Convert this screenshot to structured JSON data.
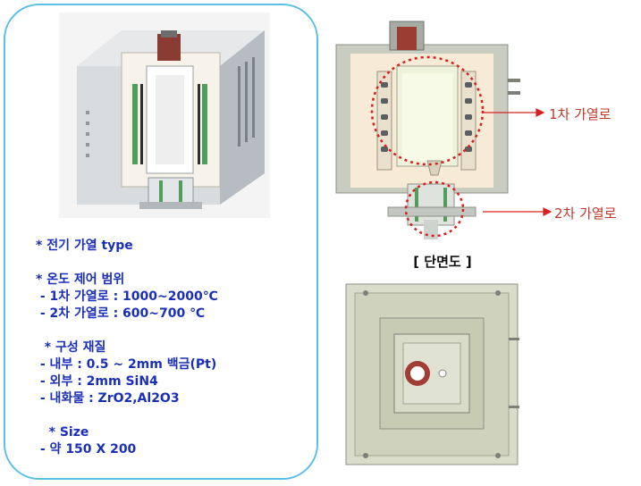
{
  "spec": {
    "lines": [
      "* 전기 가열 type",
      "",
      "* 온도 제어 범위",
      " - 1차 가열로 : 1000~2000℃",
      " - 2차 가열로 : 600~700 ℃",
      "",
      "  * 구성 재질",
      " - 내부 : 0.5 ~ 2mm 백금(Pt)",
      " - 외부 : 2mm SiN4",
      " - 내화물 : ZrO2,Al2O3",
      "",
      "   * Size",
      " - 약 150 X 200"
    ]
  },
  "section_caption": "[ 단면도 ]",
  "callouts": {
    "primary": "1차 가열로",
    "secondary": "2차 가열로"
  },
  "colors": {
    "panel_border": "#5bc0e6",
    "spec_text": "#1a2fb8",
    "callout": "#d92020"
  }
}
